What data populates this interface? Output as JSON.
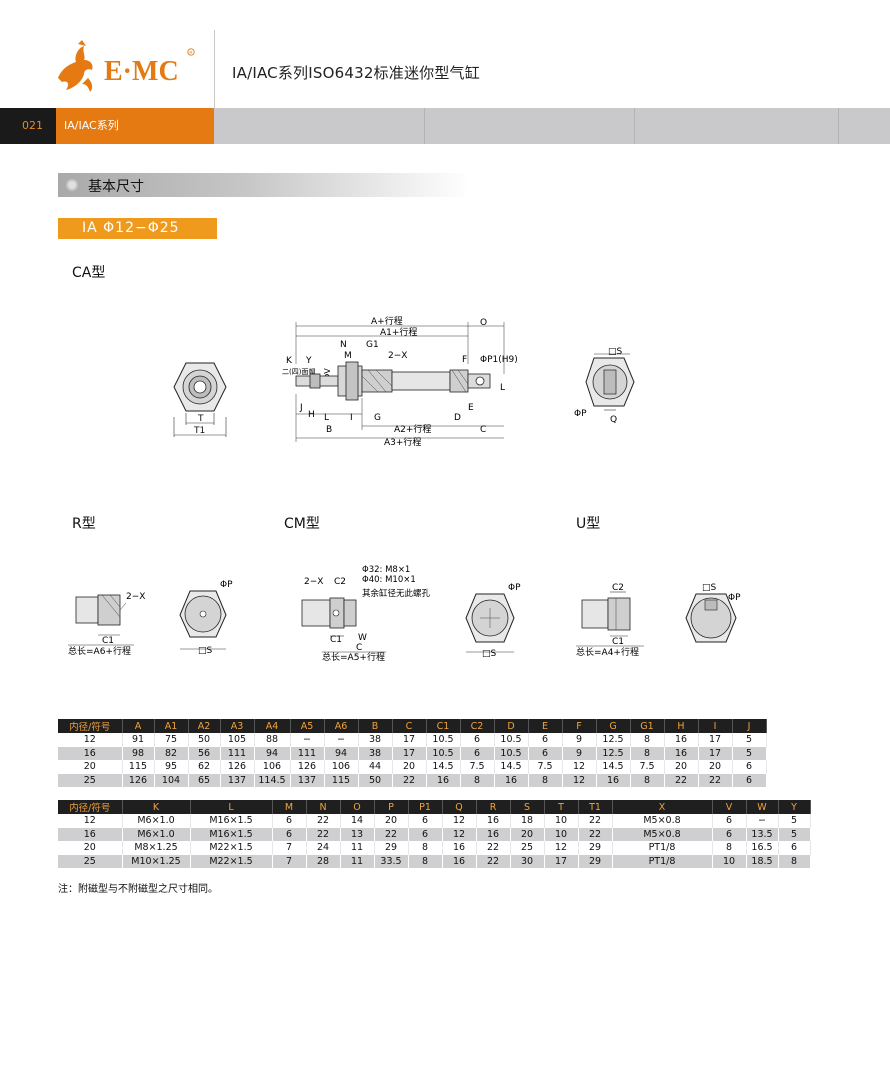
{
  "header": {
    "logo_text": "E·MC",
    "title": "IA/IAC系列ISO6432标准迷你型气缸",
    "page_number": "021",
    "series": "IA/IAC系列"
  },
  "section": {
    "title": "基本尺寸",
    "tag": "IA Φ12−Φ25"
  },
  "views": {
    "ca": "CA型",
    "r": "R型",
    "cm": "CM型",
    "u": "U型"
  },
  "ca_drawing": {
    "top": [
      "A+行程",
      "A1+行程",
      "O"
    ],
    "mid": [
      "N",
      "G1",
      "M",
      "2−X",
      "F",
      "ΦP1(H9)",
      "K",
      "Y",
      "二(四)面帽",
      "ΦV",
      "ΦR",
      "L"
    ],
    "bottom": [
      "J",
      "H",
      "L",
      "I",
      "G",
      "D",
      "E",
      "B",
      "A2+行程",
      "C",
      "A3+行程"
    ],
    "front": [
      "T",
      "T1"
    ],
    "back": [
      "□S",
      "ΦP",
      "Q"
    ]
  },
  "r_drawing": [
    "2−X",
    "C1",
    "总长=A6+行程",
    "ΦP",
    "□S"
  ],
  "cm_drawing": [
    "Φ32: M8×1",
    "Φ40: M10×1",
    "2−X",
    "C2",
    "其余缸径无此螺孔",
    "C1",
    "W",
    "C",
    "总长=A5+行程",
    "ΦP",
    "□S"
  ],
  "u_drawing": [
    "C2",
    "C1",
    "总长=A4+行程",
    "□S",
    "ΦP"
  ],
  "table1": {
    "headers": [
      "内径/符号",
      "A",
      "A1",
      "A2",
      "A3",
      "A4",
      "A5",
      "A6",
      "B",
      "C",
      "C1",
      "C2",
      "D",
      "E",
      "F",
      "G",
      "G1",
      "H",
      "I",
      "J"
    ],
    "rows": [
      [
        "12",
        "91",
        "75",
        "50",
        "105",
        "88",
        "−",
        "−",
        "38",
        "17",
        "10.5",
        "6",
        "10.5",
        "6",
        "9",
        "12.5",
        "8",
        "16",
        "17",
        "5"
      ],
      [
        "16",
        "98",
        "82",
        "56",
        "111",
        "94",
        "111",
        "94",
        "38",
        "17",
        "10.5",
        "6",
        "10.5",
        "6",
        "9",
        "12.5",
        "8",
        "16",
        "17",
        "5"
      ],
      [
        "20",
        "115",
        "95",
        "62",
        "126",
        "106",
        "126",
        "106",
        "44",
        "20",
        "14.5",
        "7.5",
        "14.5",
        "7.5",
        "12",
        "14.5",
        "7.5",
        "20",
        "20",
        "6"
      ],
      [
        "25",
        "126",
        "104",
        "65",
        "137",
        "114.5",
        "137",
        "115",
        "50",
        "22",
        "16",
        "8",
        "16",
        "8",
        "12",
        "16",
        "8",
        "22",
        "22",
        "6"
      ]
    ]
  },
  "table2": {
    "headers": [
      "内径/符号",
      "K",
      "L",
      "M",
      "N",
      "O",
      "P",
      "P1",
      "Q",
      "R",
      "S",
      "T",
      "T1",
      "X",
      "V",
      "W",
      "Y"
    ],
    "rows": [
      [
        "12",
        "M6×1.0",
        "M16×1.5",
        "6",
        "22",
        "14",
        "20",
        "6",
        "12",
        "16",
        "18",
        "10",
        "22",
        "M5×0.8",
        "6",
        "−",
        "5"
      ],
      [
        "16",
        "M6×1.0",
        "M16×1.5",
        "6",
        "22",
        "13",
        "22",
        "6",
        "12",
        "16",
        "20",
        "10",
        "22",
        "M5×0.8",
        "6",
        "13.5",
        "5"
      ],
      [
        "20",
        "M8×1.25",
        "M22×1.5",
        "7",
        "24",
        "11",
        "29",
        "8",
        "16",
        "22",
        "25",
        "12",
        "29",
        "PT1/8",
        "8",
        "16.5",
        "6"
      ],
      [
        "25",
        "M10×1.25",
        "M22×1.5",
        "7",
        "28",
        "11",
        "33.5",
        "8",
        "16",
        "22",
        "30",
        "17",
        "29",
        "PT1/8",
        "10",
        "18.5",
        "8"
      ]
    ]
  },
  "note": "注：附磁型与不附磁型之尺寸相同。",
  "colors": {
    "orange": "#e57a13",
    "tag": "#ef9a1c",
    "band": "#c9c9cb",
    "dark": "#1f1f1f",
    "header_text": "#f0a33c"
  }
}
